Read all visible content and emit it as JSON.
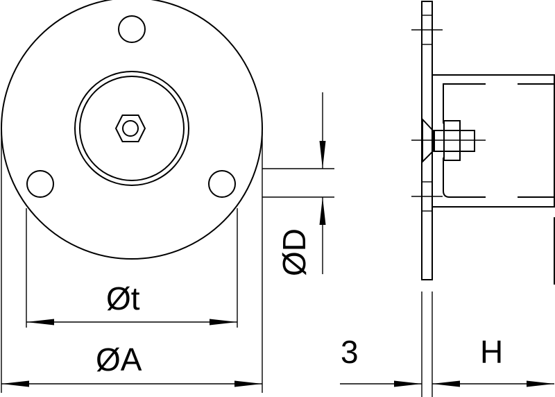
{
  "dimensions": {
    "outer_diameter": "ØA",
    "hole_circle_diameter": "Øt",
    "hole_diameter": "ØD",
    "plate_thickness": "3",
    "height": "H"
  }
}
